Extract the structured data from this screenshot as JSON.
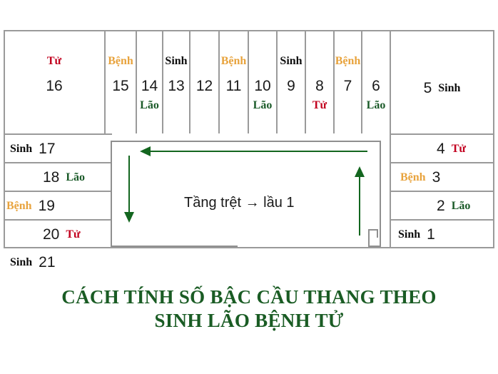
{
  "colors": {
    "sinh": "#0d0d0d",
    "lao": "#1a5a28",
    "benh": "#e8a33d",
    "tu": "#c2001e",
    "arrow": "#13661f",
    "grid": "#9a9a9a",
    "title": "#1a5c24"
  },
  "labels": {
    "sinh": "Sinh",
    "lao": "Lão",
    "benh": "Bệnh",
    "tu": "Tử"
  },
  "top_row": [
    {
      "number": "16",
      "above": "Tử",
      "below": ""
    },
    {
      "number": "15",
      "above": "Bệnh",
      "below": ""
    },
    {
      "number": "14",
      "above": "",
      "below": "Lão"
    },
    {
      "number": "13",
      "above": "Sinh",
      "below": ""
    },
    {
      "number": "12",
      "above": "",
      "below": ""
    },
    {
      "number": "11",
      "above": "Bệnh",
      "below": ""
    },
    {
      "number": "10",
      "above": "",
      "below": "Lão"
    },
    {
      "number": "9",
      "above": "Sinh",
      "below": ""
    },
    {
      "number": "8",
      "above": "",
      "below": "Tử"
    },
    {
      "number": "7",
      "above": "Bệnh",
      "below": ""
    },
    {
      "number": "6",
      "above": "",
      "below": "Lão"
    },
    {
      "number": "5",
      "above": "",
      "below": "",
      "inline_label": "Sinh"
    }
  ],
  "left_column": [
    {
      "number": "17",
      "label": "Sinh",
      "label_side": "left"
    },
    {
      "number": "18",
      "label": "Lão",
      "label_side": "right"
    },
    {
      "number": "19",
      "label": "Bệnh",
      "label_side": "left"
    },
    {
      "number": "20",
      "label": "Tử",
      "label_side": "right"
    },
    {
      "number": "21",
      "label": "Sinh",
      "label_side": "left"
    }
  ],
  "right_column": [
    {
      "number": "4",
      "label": "Tử",
      "label_side": "right"
    },
    {
      "number": "3",
      "label": "Bệnh",
      "label_side": "left"
    },
    {
      "number": "2",
      "label": "Lão",
      "label_side": "right"
    },
    {
      "number": "1",
      "label": "Sinh",
      "label_side": "left"
    }
  ],
  "stairwell": {
    "caption": "Tầng trệt → lầu 1",
    "arrows": [
      {
        "name": "down-arrow-left",
        "direction": "down"
      },
      {
        "name": "left-arrow-top",
        "direction": "left"
      },
      {
        "name": "up-arrow-right",
        "direction": "up"
      }
    ]
  },
  "title": {
    "line1": "CÁCH TÍNH SỐ BẬC CẦU THANG THEO",
    "line2": "SINH LÃO BỆNH TỬ"
  }
}
